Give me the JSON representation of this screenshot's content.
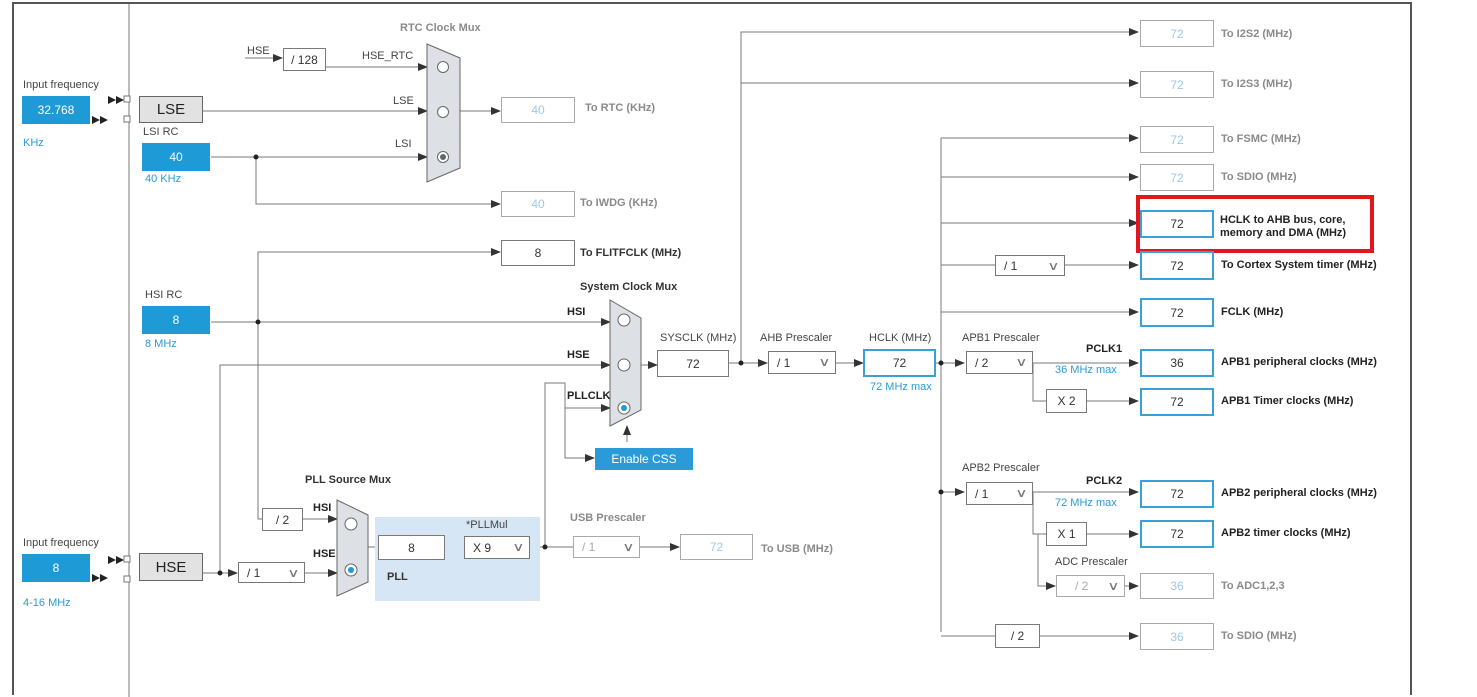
{
  "lse_block": {
    "caption": "Input frequency",
    "value": "32.768",
    "unit": "KHz",
    "source_label": "LSE"
  },
  "lsi_block": {
    "caption": "LSI RC",
    "value": "40",
    "unit": "40 KHz"
  },
  "hsi_block": {
    "caption": "HSI RC",
    "value": "8",
    "unit": "8 MHz"
  },
  "hse_block": {
    "caption": "Input frequency",
    "value": "8",
    "unit": "4-16 MHz",
    "source_label": "HSE"
  },
  "rtc_mux": {
    "title": "RTC Clock Mux",
    "in_hse": "HSE",
    "div128": "/ 128",
    "in_hse_rtc": "HSE_RTC",
    "in_lse": "LSE",
    "in_lsi": "LSI"
  },
  "rtc_out": {
    "value": "40",
    "label": "To RTC (KHz)"
  },
  "iwdg_out": {
    "value": "40",
    "label": "To IWDG (KHz)"
  },
  "flit_out": {
    "value": "8",
    "label": "To FLITFCLK (MHz)"
  },
  "sys_mux": {
    "title": "System Clock Mux",
    "in_hsi": "HSI",
    "in_hse": "HSE",
    "in_pll": "PLLCLK"
  },
  "enable_css": "Enable CSS",
  "pll_src": {
    "title": "PLL Source Mux",
    "div2": "/ 2",
    "hsi": "HSI",
    "hse": "HSE"
  },
  "hse_prediv": "/ 1",
  "pll": {
    "title": "*PLLMul",
    "in_value": "8",
    "mul": "X 9",
    "label": "PLL"
  },
  "usb": {
    "title": "USB Prescaler",
    "div": "/ 1",
    "value": "72",
    "label": "To USB (MHz)"
  },
  "sysclk": {
    "label": "SYSCLK (MHz)",
    "value": "72"
  },
  "ahb": {
    "label": "AHB Prescaler",
    "div": "/ 1"
  },
  "hclk": {
    "label": "HCLK (MHz)",
    "value": "72",
    "max": "72 MHz max"
  },
  "apb1": {
    "label": "APB1 Prescaler",
    "div": "/ 2",
    "pclk": "PCLK1",
    "max": "36 MHz max",
    "timer_mul": "X 2"
  },
  "apb2": {
    "label": "APB2 Prescaler",
    "div": "/ 1",
    "pclk": "PCLK2",
    "max": "72 MHz max",
    "timer_mul": "X 1"
  },
  "adc": {
    "label": "ADC Prescaler",
    "div": "/ 2"
  },
  "cortex_div": "/ 1",
  "sdio_div": "/ 2",
  "outputs": [
    {
      "value": "72",
      "label": "To I2S2 (MHz)"
    },
    {
      "value": "72",
      "label": "To I2S3 (MHz)"
    },
    {
      "value": "72",
      "label": "To FSMC (MHz)"
    },
    {
      "value": "72",
      "label": "To SDIO (MHz)"
    },
    {
      "value": "72",
      "label": "HCLK to AHB bus, core, memory and DMA (MHz)"
    },
    {
      "value": "72",
      "label": "To Cortex System timer (MHz)"
    },
    {
      "value": "72",
      "label": "FCLK (MHz)"
    },
    {
      "value": "36",
      "label": "APB1 peripheral clocks (MHz)"
    },
    {
      "value": "72",
      "label": "APB1 Timer clocks (MHz)"
    },
    {
      "value": "72",
      "label": "APB2 peripheral clocks (MHz)"
    },
    {
      "value": "72",
      "label": "APB2 timer clocks (MHz)"
    },
    {
      "value": "36",
      "label": "To ADC1,2,3"
    },
    {
      "value": "36",
      "label": "To SDIO (MHz)"
    }
  ],
  "colors": {
    "accent": "#1e9bd7",
    "highlight": "#e1171d",
    "pll_area": "#d6e6f5"
  }
}
